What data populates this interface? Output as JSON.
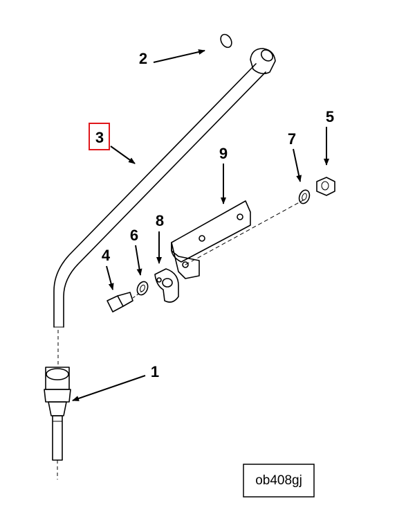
{
  "callouts": {
    "c1": "1",
    "c2": "2",
    "c3": "3",
    "c4": "4",
    "c5": "5",
    "c6": "6",
    "c7": "7",
    "c8": "8",
    "c9": "9"
  },
  "reference_code": "ob408gj",
  "highlighted_callout": "3",
  "colors": {
    "highlight": "#e0171b",
    "ink": "#000000",
    "background": "#ffffff"
  }
}
